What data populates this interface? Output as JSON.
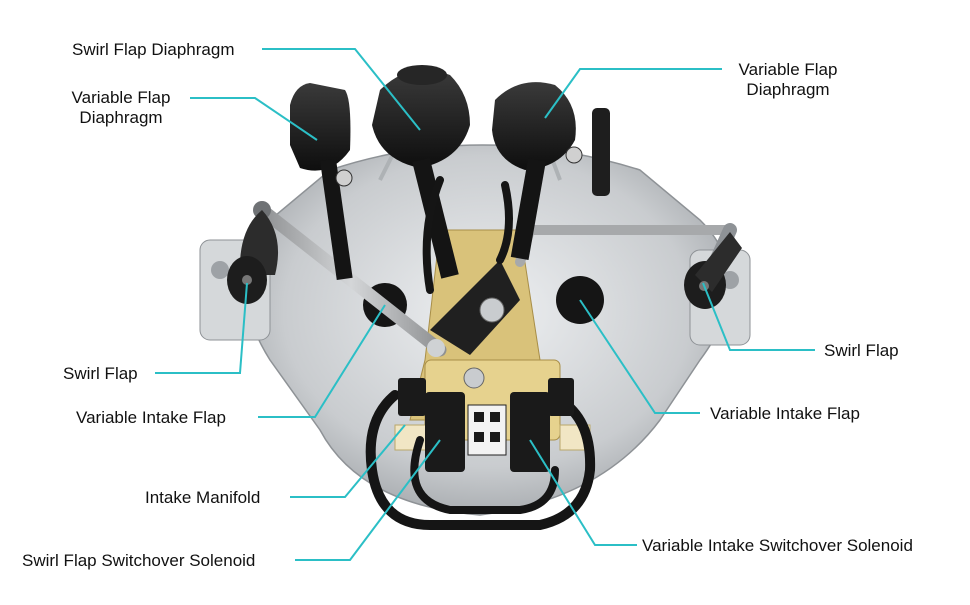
{
  "colors": {
    "leader": "#2bbfc6",
    "housing": "#c9cccf",
    "housing_dark": "#8e9296",
    "rubber": "#1b1b1b",
    "plastic": "#d9c27a",
    "rod": "#a7a9ab"
  },
  "labels": {
    "swirl_flap_diaphragm": "Swirl Flap Diaphragm",
    "variable_flap_diaphragm_left_l1": "Variable Flap",
    "variable_flap_diaphragm_left_l2": "Diaphragm",
    "variable_flap_diaphragm_right_l1": "Variable Flap",
    "variable_flap_diaphragm_right_l2": "Diaphragm",
    "swirl_flap_left": "Swirl Flap",
    "swirl_flap_right": "Swirl Flap",
    "variable_intake_flap_left": "Variable Intake Flap",
    "variable_intake_flap_right": "Variable Intake Flap",
    "intake_manifold": "Intake Manifold",
    "swirl_flap_switchover_solenoid": "Swirl Flap Switchover Solenoid",
    "variable_intake_switchover_solenoid": "Variable Intake Switchover Solenoid"
  }
}
